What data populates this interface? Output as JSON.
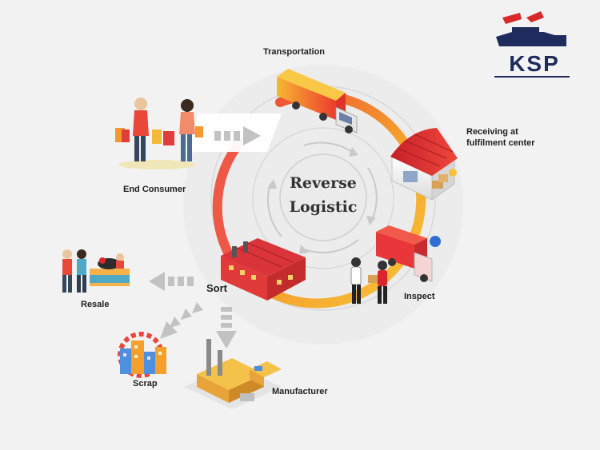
{
  "title": {
    "line1": "Reverse",
    "line2": "Logistic"
  },
  "logo": {
    "text": "KSP"
  },
  "stages": {
    "transportation": "Transportation",
    "receiving_line1": "Receiving at",
    "receiving_line2": "fulfilment center",
    "inspect": "Inspect",
    "sort": "Sort",
    "end_consumer": "End Consumer",
    "resale": "Resale",
    "scrap": "Scrap",
    "manufacturer": "Manufacturer"
  },
  "colors": {
    "ring_red": "#e8343a",
    "ring_orange": "#f39a2a",
    "ring_yellow": "#f7c23a",
    "brand_navy": "#1e2b5c",
    "brand_red": "#d92a2a"
  }
}
